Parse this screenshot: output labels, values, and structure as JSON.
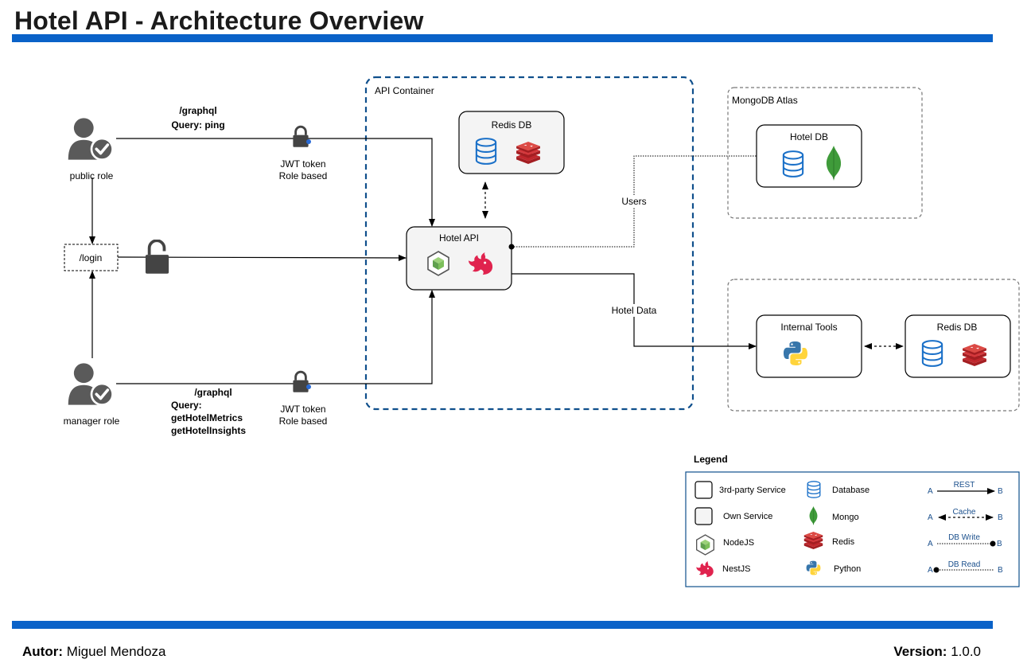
{
  "title": "Hotel API - Architecture Overview",
  "footer": {
    "author_label": "Autor:",
    "author_name": "Miguel Mendoza",
    "version_label": "Version:",
    "version_value": "1.0.0"
  },
  "actors": {
    "public_role": "public role",
    "manager_role": "manager role",
    "login": "/login"
  },
  "edges": {
    "public_graphql_1": "/graphql",
    "public_graphql_2": "Query: ping",
    "manager_graphql_1": "/graphql",
    "manager_graphql_2": "Query:",
    "manager_graphql_3": "getHotelMetrics",
    "manager_graphql_4": "getHotelInsights",
    "jwt_1": "JWT token",
    "jwt_2": "Role based",
    "users": "Users",
    "hotel_data": "Hotel Data"
  },
  "containers": {
    "api": "API Container",
    "mongo": "MongoDB Atlas"
  },
  "services": {
    "redis_db_api": "Redis DB",
    "hotel_api": "Hotel API",
    "hotel_db": "Hotel DB",
    "internal_tools": "Internal Tools",
    "redis_db_tools": "Redis DB"
  },
  "legend": {
    "title": "Legend",
    "third_party": "3rd-party Service",
    "own_service": "Own Service",
    "nodejs": "NodeJS",
    "nestjs": "NestJS",
    "database": "Database",
    "mongo": "Mongo",
    "redis": "Redis",
    "python": "Python",
    "rest": "REST",
    "cache": "Cache",
    "db_write": "DB Write",
    "db_read": "DB Read",
    "a": "A",
    "b": "B"
  },
  "colors": {
    "accent_bar": "#0a62c8",
    "container_border": "#0f4f8c",
    "db_icon": "#1a70c8",
    "redis": "#c0272d",
    "mongo": "#3f9b3a",
    "nest": "#e0234e",
    "node": "#5fa04e"
  }
}
